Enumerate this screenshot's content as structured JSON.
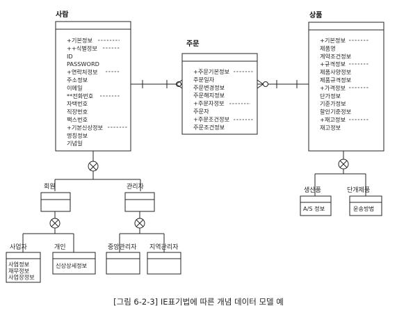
{
  "entities": {
    "person": {
      "title": "사람",
      "attributes": [
        "+기본정보",
        "++식별정보",
        "ID",
        "PASSWORD",
        "+연락처정보",
        "주소정보",
        "이메일",
        "**전화번호",
        "자택번호",
        "직장번호",
        "팩스번호",
        "+기본신상정보",
        "명칭정보",
        "기념일"
      ]
    },
    "order": {
      "title": "주문",
      "attributes": [
        "+주문기본정보",
        "주문일자",
        "주문변경정보",
        "주문해지정보",
        "+주문자정보",
        "주문자",
        "+주문조건정보",
        "주문조건정보"
      ]
    },
    "product": {
      "title": "상품",
      "attributes": [
        "+기본정보",
        "제품명",
        "계약조건정보",
        "+규격정보",
        "제품사양정보",
        "제품규격정보",
        "+가격정보",
        "단가정보",
        "기준가정보",
        "할인기준정보",
        "+재고정보",
        "재고정보"
      ]
    },
    "member": {
      "title": "회원"
    },
    "manager": {
      "title": "관리자"
    },
    "business": {
      "title": "사업자",
      "attributes": [
        "사업정보",
        "재무정보",
        "사업장정보"
      ]
    },
    "individual": {
      "title": "개인",
      "attributes": [
        "신상상세정보"
      ]
    },
    "central_manager": {
      "title": "중앙관리자"
    },
    "regional_manager": {
      "title": "지역관리자"
    },
    "produced_goods": {
      "title": "생산품",
      "attributes": [
        "A/S 정보"
      ]
    },
    "reseller_goods": {
      "title": "단개제품",
      "attributes": [
        "운송방법"
      ]
    }
  },
  "caption": "[그림 6-2-3] IE표기법에 따른 개념 데이터 모델 예"
}
